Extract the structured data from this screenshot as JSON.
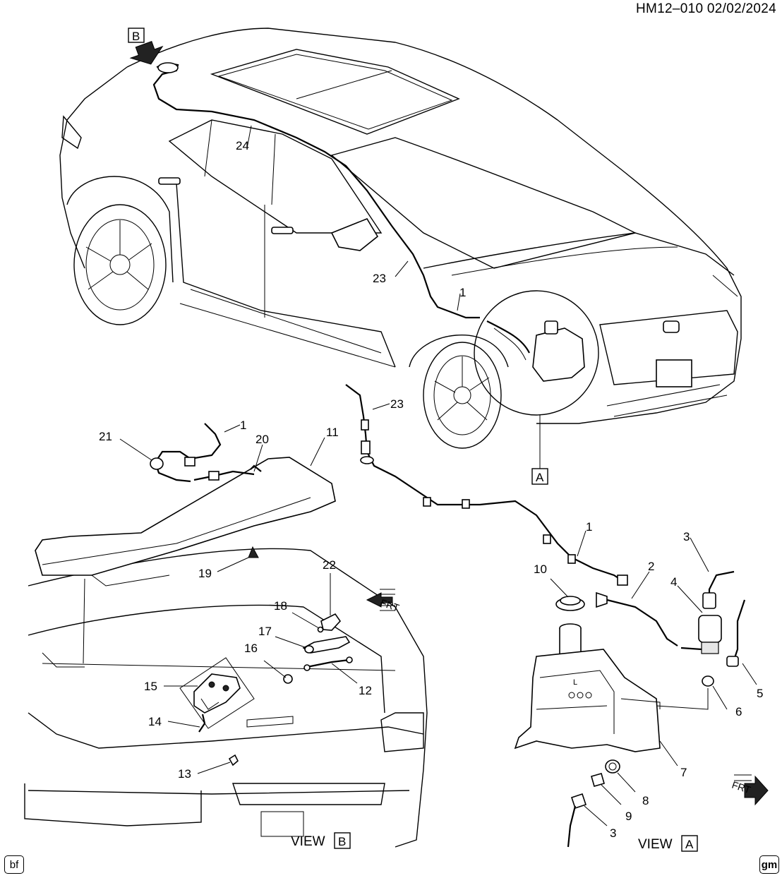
{
  "header": {
    "reference": "HM12–010  02/02/2024"
  },
  "callouts": {
    "c1a": "1",
    "c1b": "1",
    "c1c": "1",
    "c2": "2",
    "c3a": "3",
    "c3b": "3",
    "c4": "4",
    "c5": "5",
    "c6": "6",
    "c7": "7",
    "c8": "8",
    "c9": "9",
    "c10": "10",
    "c11": "11",
    "c12": "12",
    "c13": "13",
    "c14": "14",
    "c15": "15",
    "c16": "16",
    "c17": "17",
    "c18": "18",
    "c19": "19",
    "c20": "20",
    "c21": "21",
    "c22": "22",
    "c23a": "23",
    "c23b": "23",
    "c24": "24"
  },
  "view_markers": {
    "view_a_word": "VIEW",
    "view_a_letter": "A",
    "view_b_word": "VIEW",
    "view_b_letter": "B",
    "detail_a_letter": "A",
    "arrow_b_letter": "B"
  },
  "direction_labels": {
    "frt_left": "FRT",
    "frt_right": "FRT"
  },
  "footer": {
    "left_badge": "bf",
    "right_badge": "gm"
  }
}
